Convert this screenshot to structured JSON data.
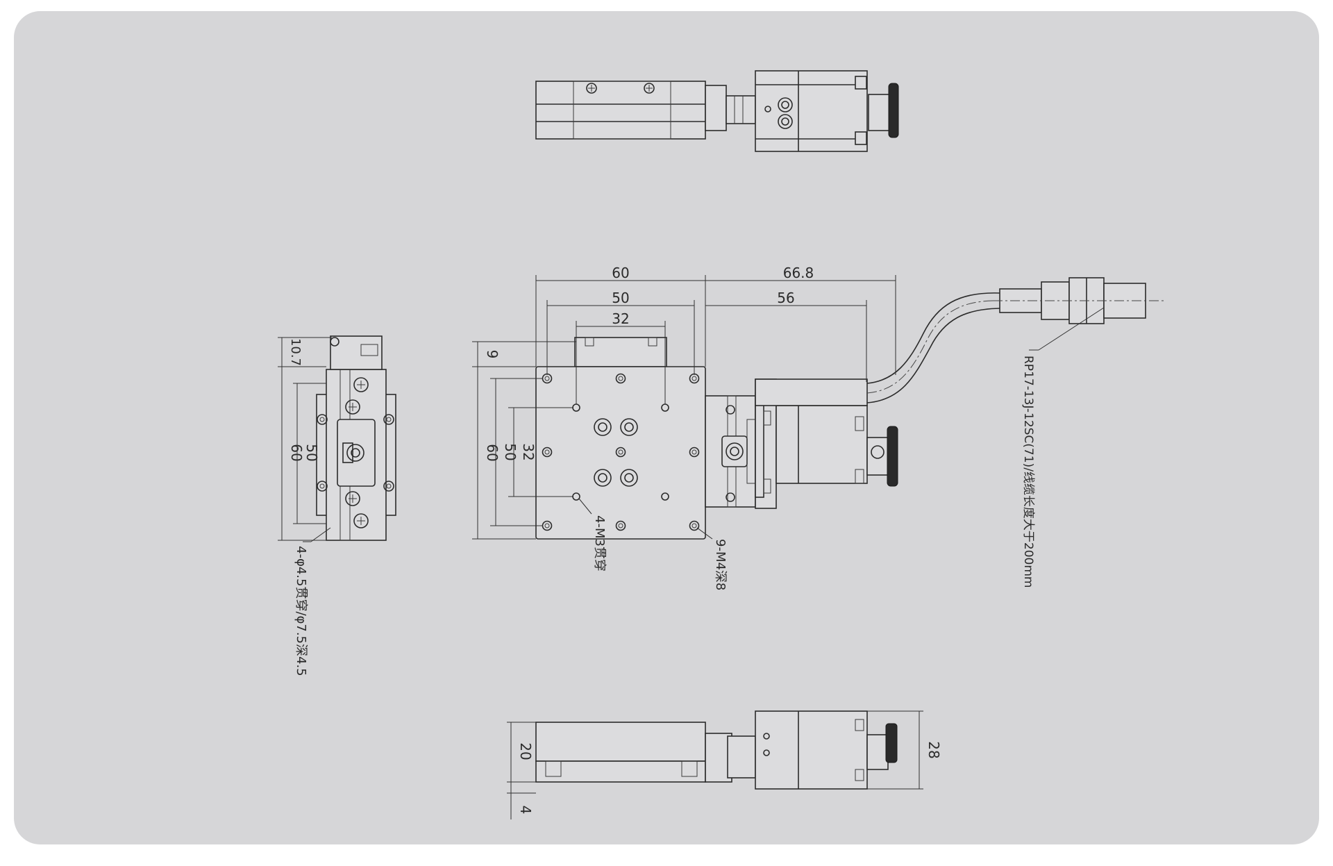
{
  "colors": {
    "panel_background": "#d6d6d8",
    "line": "#2b2b2b",
    "page_background": "#ffffff"
  },
  "dimensions": {
    "top_width": "60",
    "top_right": "66.8",
    "inner_width": "50",
    "inner_right": "56",
    "center_width": "32",
    "left_height": "9",
    "left_outer": "60",
    "left_inner": "50",
    "left_center": "32",
    "side_top": "10.7",
    "side_outer": "60",
    "side_inner": "50",
    "front_height": "20",
    "front_base": "4",
    "front_motor": "28"
  },
  "callouts": {
    "side_holes": "4-φ4.5贯穿/φ7.5深4.5",
    "through_holes": "4-M3贯穿",
    "tapped_holes": "9-M4深8",
    "connector": "RP17-13J-12SC(71)/线缆长度大于200mm"
  }
}
